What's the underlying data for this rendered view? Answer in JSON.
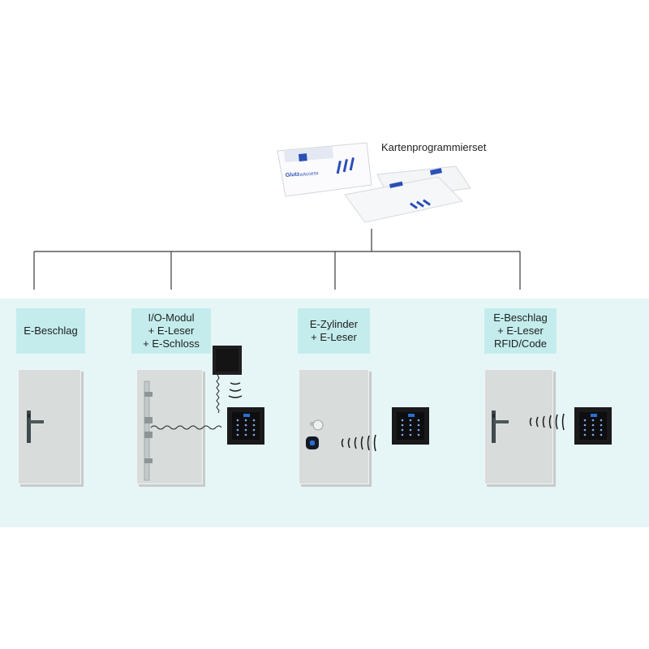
{
  "cards": {
    "caption": "Kartenprogrammierset",
    "brand": "Glutz",
    "brand_suffix": "eAccess"
  },
  "columns": [
    {
      "id": "col-1",
      "label_lines": [
        "E-Beschlag"
      ]
    },
    {
      "id": "col-2",
      "label_lines": [
        "I/O-Modul",
        "+ E-Leser",
        "+ E-Schloss"
      ]
    },
    {
      "id": "col-3",
      "label_lines": [
        "E-Zylinder",
        "+ E-Leser"
      ]
    },
    {
      "id": "col-4",
      "label_lines": [
        "E-Beschlag",
        "+ E-Leser",
        "RFID/Code"
      ]
    }
  ],
  "colors": {
    "band": "#e6f6f6",
    "label_box": "#c4ecec",
    "door": "#d8dcdb",
    "reader": "#1a1a1a",
    "key_blue": "#2a6fd1",
    "card_blue": "#2c4fb5",
    "line": "#3a3a3a"
  },
  "icons": {
    "card": "rfid-card-icon",
    "reader": "keypad-reader-icon",
    "io_module": "io-module-icon",
    "handle": "door-handle-icon",
    "cylinder": "electronic-cylinder-icon",
    "signal": "wireless-signal-icon"
  }
}
